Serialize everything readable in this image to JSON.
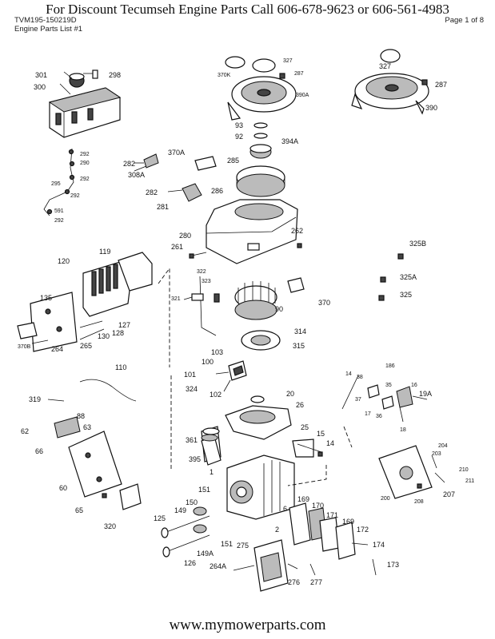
{
  "header": {
    "title": "For  Discount Tecumseh Engine Parts Call 606-678-9623 or 606-561-4983",
    "model": "TVM195-150219D",
    "page": "Page 1 of 8",
    "subtitle": "Engine Parts List #1"
  },
  "footer": {
    "url": "www.mymowerparts.com"
  },
  "diagram": {
    "callouts": [
      {
        "id": "c301",
        "text": "301"
      },
      {
        "id": "c298",
        "text": "298"
      },
      {
        "id": "c300",
        "text": "300"
      },
      {
        "id": "c292a",
        "text": "292"
      },
      {
        "id": "c290",
        "text": "290"
      },
      {
        "id": "c292b",
        "text": "292"
      },
      {
        "id": "c295",
        "text": "295"
      },
      {
        "id": "c292c",
        "text": "292"
      },
      {
        "id": "c591",
        "text": "591"
      },
      {
        "id": "c292d",
        "text": "292"
      },
      {
        "id": "c282a",
        "text": "282"
      },
      {
        "id": "c308a",
        "text": "308A"
      },
      {
        "id": "c370a",
        "text": "370A"
      },
      {
        "id": "c282b",
        "text": "282"
      },
      {
        "id": "c281",
        "text": "281"
      },
      {
        "id": "c370k",
        "text": "370K"
      },
      {
        "id": "c327a",
        "text": "327"
      },
      {
        "id": "c287a",
        "text": "287"
      },
      {
        "id": "c390a",
        "text": "390A"
      },
      {
        "id": "c93",
        "text": "93"
      },
      {
        "id": "c92",
        "text": "92"
      },
      {
        "id": "c394a",
        "text": "394A"
      },
      {
        "id": "c285",
        "text": "285"
      },
      {
        "id": "c286",
        "text": "286"
      },
      {
        "id": "c327b",
        "text": "327"
      },
      {
        "id": "c287b",
        "text": "287"
      },
      {
        "id": "c390",
        "text": "390"
      },
      {
        "id": "c280",
        "text": "280"
      },
      {
        "id": "c261",
        "text": "261"
      },
      {
        "id": "c262",
        "text": "262"
      },
      {
        "id": "c325b",
        "text": "325B"
      },
      {
        "id": "c325a",
        "text": "325A"
      },
      {
        "id": "c325",
        "text": "325"
      },
      {
        "id": "c120",
        "text": "120"
      },
      {
        "id": "c119",
        "text": "119"
      },
      {
        "id": "c135",
        "text": "135"
      },
      {
        "id": "c127",
        "text": "127"
      },
      {
        "id": "c128",
        "text": "128"
      },
      {
        "id": "c130",
        "text": "130"
      },
      {
        "id": "c370b",
        "text": "370B"
      },
      {
        "id": "c264",
        "text": "264"
      },
      {
        "id": "c265",
        "text": "265"
      },
      {
        "id": "c322",
        "text": "322"
      },
      {
        "id": "c323",
        "text": "323"
      },
      {
        "id": "c321",
        "text": "321"
      },
      {
        "id": "c90",
        "text": "90"
      },
      {
        "id": "c370",
        "text": "370"
      },
      {
        "id": "c314",
        "text": "314"
      },
      {
        "id": "c315",
        "text": "315"
      },
      {
        "id": "c103",
        "text": "103"
      },
      {
        "id": "c100",
        "text": "100"
      },
      {
        "id": "c101",
        "text": "101"
      },
      {
        "id": "c324",
        "text": "324"
      },
      {
        "id": "c102",
        "text": "102"
      },
      {
        "id": "c110",
        "text": "110"
      },
      {
        "id": "c319",
        "text": "319"
      },
      {
        "id": "c88",
        "text": "88"
      },
      {
        "id": "c62",
        "text": "62"
      },
      {
        "id": "c63",
        "text": "63"
      },
      {
        "id": "c66",
        "text": "66"
      },
      {
        "id": "c60",
        "text": "60"
      },
      {
        "id": "c65",
        "text": "65"
      },
      {
        "id": "c320",
        "text": "320"
      },
      {
        "id": "c20",
        "text": "20"
      },
      {
        "id": "c26",
        "text": "26"
      },
      {
        "id": "c25",
        "text": "25"
      },
      {
        "id": "c15",
        "text": "15"
      },
      {
        "id": "c14a",
        "text": "14"
      },
      {
        "id": "c361",
        "text": "361"
      },
      {
        "id": "c395",
        "text": "395"
      },
      {
        "id": "c1",
        "text": "1"
      },
      {
        "id": "c151a",
        "text": "151"
      },
      {
        "id": "c150",
        "text": "150"
      },
      {
        "id": "c149",
        "text": "149"
      },
      {
        "id": "c125",
        "text": "125"
      },
      {
        "id": "c149a",
        "text": "149A"
      },
      {
        "id": "c151b",
        "text": "151"
      },
      {
        "id": "c126",
        "text": "126"
      },
      {
        "id": "c264a",
        "text": "264A"
      },
      {
        "id": "c275",
        "text": "275"
      },
      {
        "id": "c276",
        "text": "276"
      },
      {
        "id": "c277",
        "text": "277"
      },
      {
        "id": "c169a",
        "text": "169"
      },
      {
        "id": "c170",
        "text": "170"
      },
      {
        "id": "c171",
        "text": "171"
      },
      {
        "id": "c169b",
        "text": "169"
      },
      {
        "id": "c172",
        "text": "172"
      },
      {
        "id": "c174",
        "text": "174"
      },
      {
        "id": "c173",
        "text": "173"
      },
      {
        "id": "c186",
        "text": "186"
      },
      {
        "id": "c14b",
        "text": "14"
      },
      {
        "id": "c38",
        "text": "38"
      },
      {
        "id": "c16",
        "text": "16"
      },
      {
        "id": "c35",
        "text": "35"
      },
      {
        "id": "c37",
        "text": "37"
      },
      {
        "id": "c19a",
        "text": "19A"
      },
      {
        "id": "c17",
        "text": "17"
      },
      {
        "id": "c36",
        "text": "36"
      },
      {
        "id": "c18",
        "text": "18"
      },
      {
        "id": "c204",
        "text": "204"
      },
      {
        "id": "c203",
        "text": "203"
      },
      {
        "id": "c210",
        "text": "210"
      },
      {
        "id": "c211",
        "text": "211"
      },
      {
        "id": "c200",
        "text": "200"
      },
      {
        "id": "c208",
        "text": "208"
      },
      {
        "id": "c207",
        "text": "207"
      },
      {
        "id": "c6",
        "text": "6"
      },
      {
        "id": "c2",
        "text": "2"
      }
    ]
  }
}
